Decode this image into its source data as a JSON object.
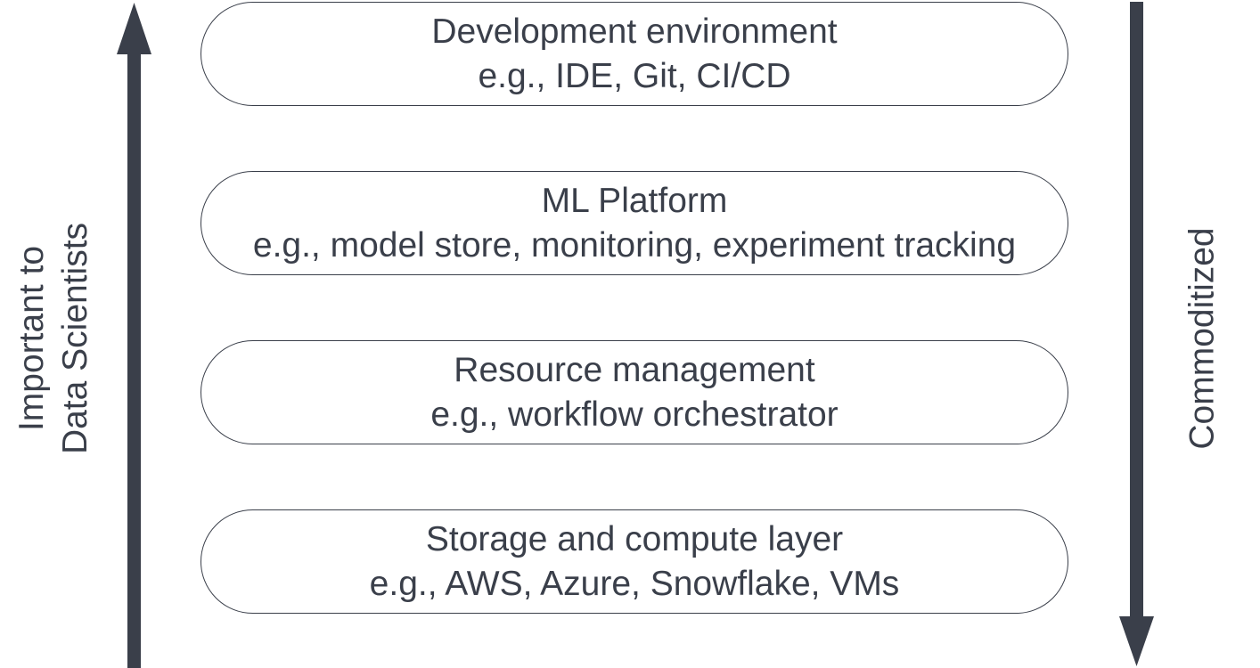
{
  "layers": [
    {
      "title": "Development environment",
      "examples": "e.g., IDE, Git, CI/CD"
    },
    {
      "title": "ML Platform",
      "examples": "e.g., model store, monitoring, experiment tracking"
    },
    {
      "title": "Resource management",
      "examples": "e.g., workflow orchestrator"
    },
    {
      "title": "Storage and compute layer",
      "examples": "e.g., AWS, Azure, Snowflake, VMs"
    }
  ],
  "left_axis": {
    "line1": "Important to",
    "line2": "Data Scientists",
    "direction": "up"
  },
  "right_axis": {
    "label": "Commoditized",
    "direction": "down"
  },
  "colors": {
    "ink": "#3a3f4a",
    "background": "#ffffff"
  }
}
